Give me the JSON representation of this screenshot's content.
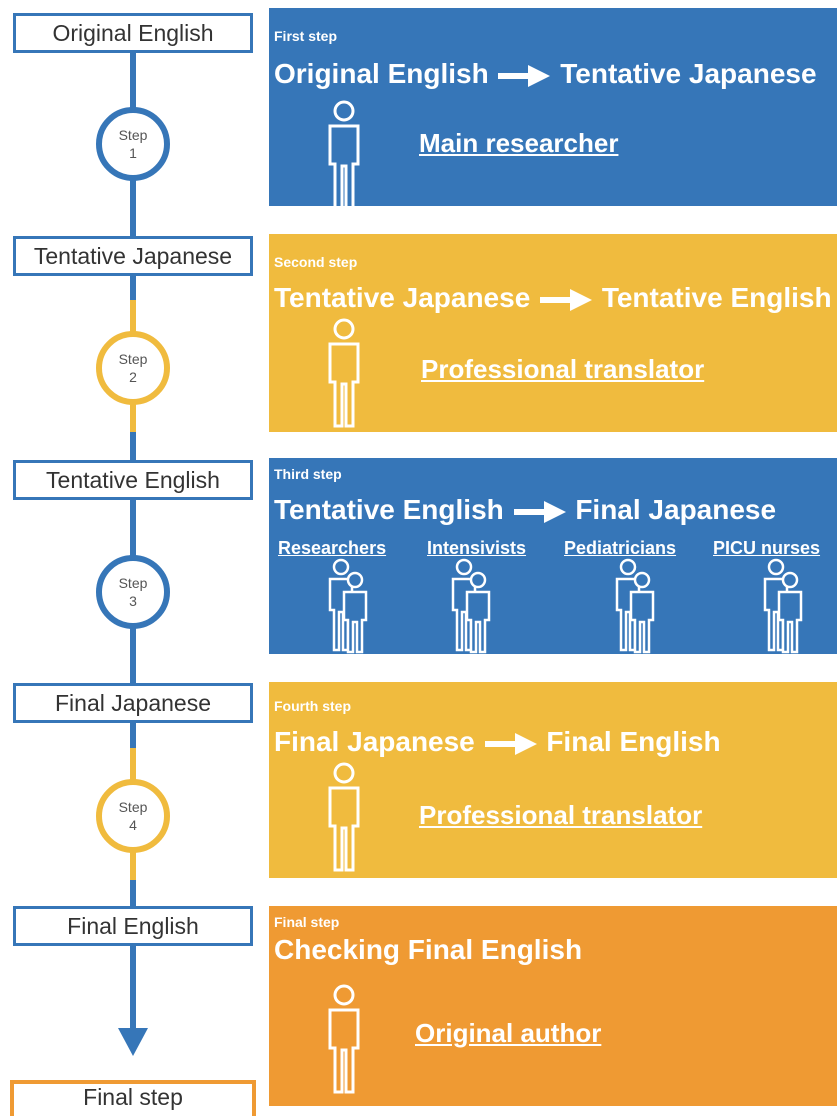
{
  "colors": {
    "blue": "#3676b8",
    "yellow": "#f0bb3e",
    "orange": "#ef9a33"
  },
  "stages": [
    "Original English",
    "Tentative Japanese",
    "Tentative English",
    "Final Japanese",
    "Final English",
    "Final step"
  ],
  "step_circles": [
    {
      "word": "Step",
      "number": "1"
    },
    {
      "word": "Step",
      "number": "2"
    },
    {
      "word": "Step",
      "number": "3"
    },
    {
      "word": "Step",
      "number": "4"
    }
  ],
  "panels": {
    "first": {
      "tag": "First step",
      "from": "Original  English",
      "to": "Tentative Japanese",
      "person": "Main researcher",
      "icon": "person-icon"
    },
    "second": {
      "tag": "Second step",
      "from": "Tentative Japanese",
      "to": "Tentative English",
      "person": "Professional translator",
      "icon": "person-icon"
    },
    "third": {
      "tag": "Third step",
      "from": "Tentative English",
      "to": "Final Japanese",
      "groups": [
        "Researchers",
        "Intensivists",
        "Pediatricians",
        "PICU nurses"
      ],
      "icon": "group-icon"
    },
    "fourth": {
      "tag": "Fourth step",
      "from": "Final Japanese",
      "to": "Final English",
      "person": "Professional translator",
      "icon": "person-icon"
    },
    "final": {
      "tag": "Final step",
      "title": "Checking Final English",
      "person": "Original author",
      "icon": "person-icon"
    }
  }
}
